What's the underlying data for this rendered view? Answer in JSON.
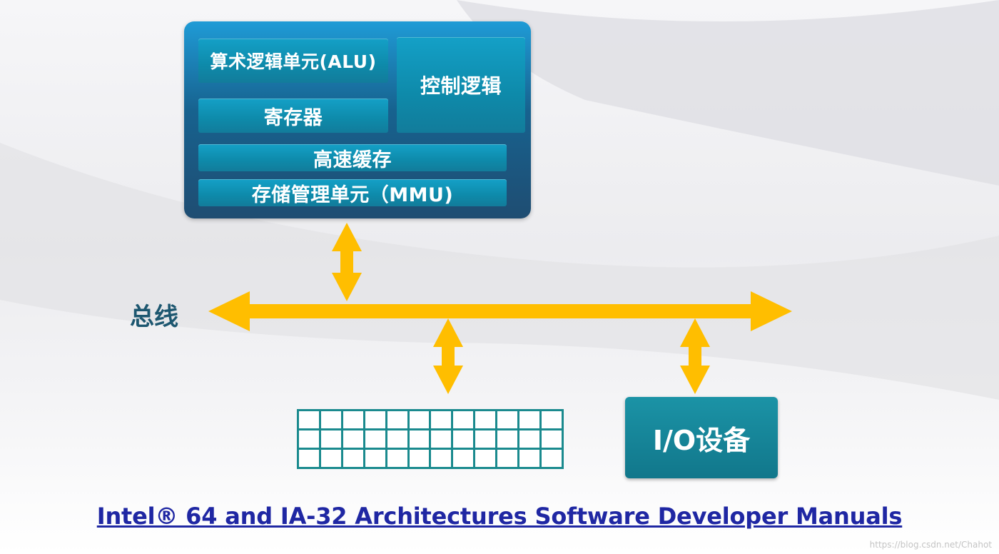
{
  "cpu": {
    "alu": "算术逻辑单元(ALU)",
    "control": "控制逻辑",
    "registers": "寄存器",
    "cache": "高速缓存",
    "mmu": "存储管理单元（MMU)"
  },
  "bus": {
    "label": "总线"
  },
  "memory": {
    "rows": 3,
    "cols": 12
  },
  "io": {
    "label": "I/O设备"
  },
  "link": {
    "text": "Intel® 64 and IA-32 Architectures Software Developer Manuals"
  },
  "watermark": "https://blog.csdn.net/Chahot",
  "colors": {
    "arrow": "#ffbe00",
    "unit": "#0e8aaa",
    "cpu_frame": "#1f4d72",
    "memory_grid": "#1a8a8e",
    "link": "#1f27a3",
    "bus_label": "#1d5770"
  }
}
